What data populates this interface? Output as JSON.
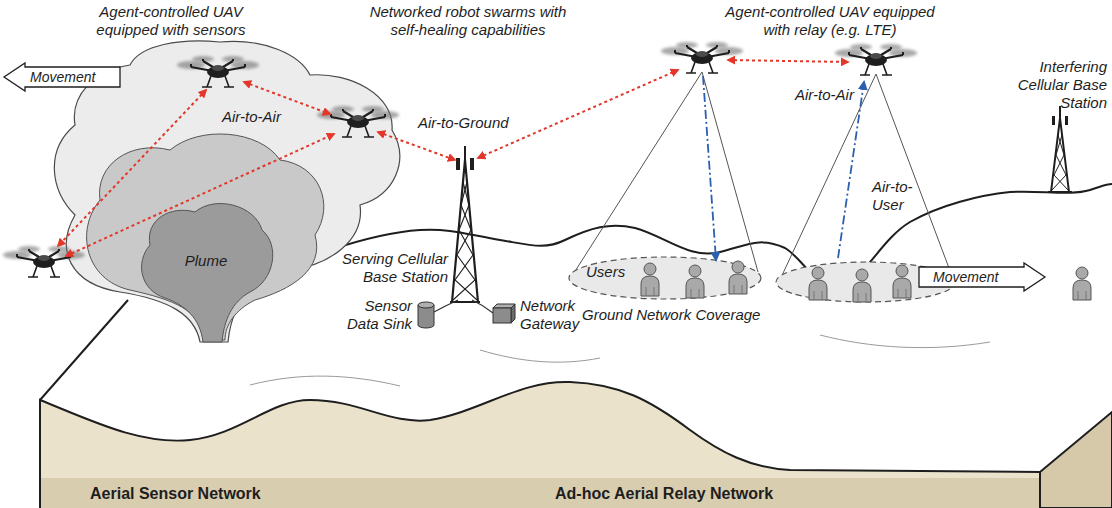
{
  "diagram": {
    "nodes": [
      {
        "text": [
          "Movement"
        ]
      },
      {
        "text": [
          "Plume"
        ]
      },
      {
        "text": [
          "Users"
        ]
      },
      {
        "text": [
          "Movement"
        ]
      }
    ],
    "labels": [
      "Agent-controlled UAV equipped with sensors",
      "Networked robot swarms with self-healing capabilities",
      "Agent-controlled UAV equipped with relay (e.g. LTE)",
      "Air-to-Air",
      "Air-to-Air",
      "Air-to-Ground",
      "Interfering Cellular Base Station",
      "Air-to-User",
      "Serving Cellular Base Station",
      "Sensor Data Sink",
      "Network Gateway",
      "Ground Network Coverage",
      "Aerial Sensor Network",
      "Ad-hoc Aerial Relay Network"
    ]
  }
}
